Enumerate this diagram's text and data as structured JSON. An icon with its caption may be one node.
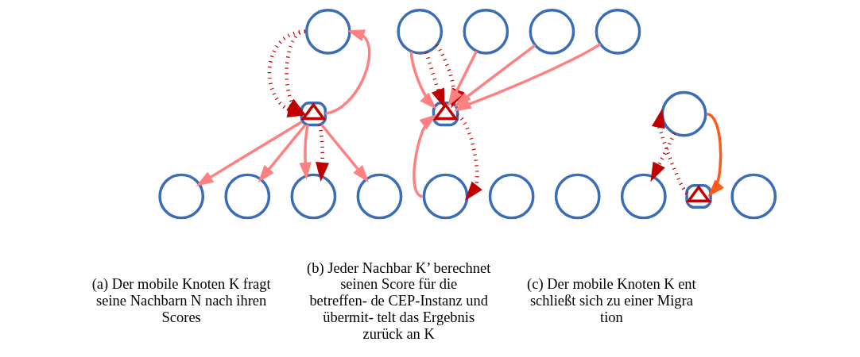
{
  "diagram": {
    "nodes": [
      {
        "text": [],
        "shape": "circle"
      },
      {
        "text": [],
        "shape": "circle"
      },
      {
        "text": [],
        "shape": "circle"
      },
      {
        "text": [],
        "shape": "triangle",
        "in": 2
      },
      {
        "text": [],
        "shape": "circle"
      },
      {
        "text": [],
        "shape": "circle"
      },
      {
        "text": [],
        "shape": "circle"
      },
      {
        "text": [],
        "shape": "circle"
      },
      {
        "text": [],
        "shape": "circle"
      },
      {
        "text": [],
        "shape": "circle"
      },
      {
        "text": [],
        "shape": "triangle",
        "in": 9
      },
      {
        "text": [],
        "shape": "circle"
      },
      {
        "text": [],
        "shape": "circle"
      },
      {
        "text": [],
        "shape": "circle"
      },
      {
        "text": [],
        "shape": "circle"
      },
      {
        "text": [],
        "shape": "circle"
      },
      {
        "text": [],
        "shape": "circle"
      },
      {
        "text": [],
        "shape": "circle"
      },
      {
        "text": [],
        "shape": "circle"
      },
      {
        "text": [],
        "shape": "triangle",
        "in": 18
      },
      {
        "text": [],
        "shape": "circle"
      }
    ],
    "edges": [
      {
        "from": 2,
        "to": 0,
        "arrow": "to"
      },
      {
        "from": 2,
        "to": 1,
        "arrow": "to"
      },
      {
        "from": 2,
        "to": 4,
        "arrow": "to"
      },
      {
        "from": 2,
        "to": 5,
        "arrow": "to"
      },
      {
        "from": 2,
        "to": 6,
        "arrow": "to"
      },
      {
        "from": 5,
        "to": 2,
        "arrow": "to",
        "style": "dashed",
        "color": "#c00000"
      },
      {
        "from": 5,
        "to": 2,
        "arrow": "to",
        "style": "dashed",
        "color": "#c00000"
      },
      {
        "from": 2,
        "to": 4,
        "arrow": "to",
        "style": "dashed",
        "color": "#c00000"
      },
      {
        "from": 9,
        "to": 11,
        "arrow": "to",
        "style": "dashed",
        "color": "#c00000"
      },
      {
        "from": 7,
        "to": 9,
        "arrow": "to"
      },
      {
        "from": 8,
        "to": 9,
        "arrow": "to"
      },
      {
        "from": 11,
        "to": 9,
        "arrow": "to"
      },
      {
        "from": 12,
        "to": 9,
        "arrow": "to"
      },
      {
        "from": 13,
        "to": 9,
        "arrow": "to"
      },
      {
        "from": 12,
        "to": 9,
        "arrow": "to",
        "style": "dashed",
        "color": "#c00000"
      },
      {
        "from": 12,
        "to": 9,
        "arrow": "to",
        "style": "dashed",
        "color": "#c00000"
      },
      {
        "from": 16,
        "to": 18,
        "arrow": "to",
        "color": "#ff5a1a"
      },
      {
        "from": 18,
        "to": 16,
        "arrow": "to",
        "style": "dashed",
        "color": "#c00000"
      },
      {
        "from": 16,
        "to": 17,
        "arrow": "to",
        "style": "dashed",
        "color": "#c00000"
      }
    ],
    "labels": [
      "(a) Der mobile Knoten K fragt seine Nachbarn N nach ihren Scores",
      "(b) Jeder Nachbar K’ berechnet seinen Score für die betreffen- de CEP-Instanz und übermit- telt das Ergebnis zurück an K",
      "(c) Der mobile Knoten K ent schließt sich zu einer Migra tion"
    ]
  }
}
